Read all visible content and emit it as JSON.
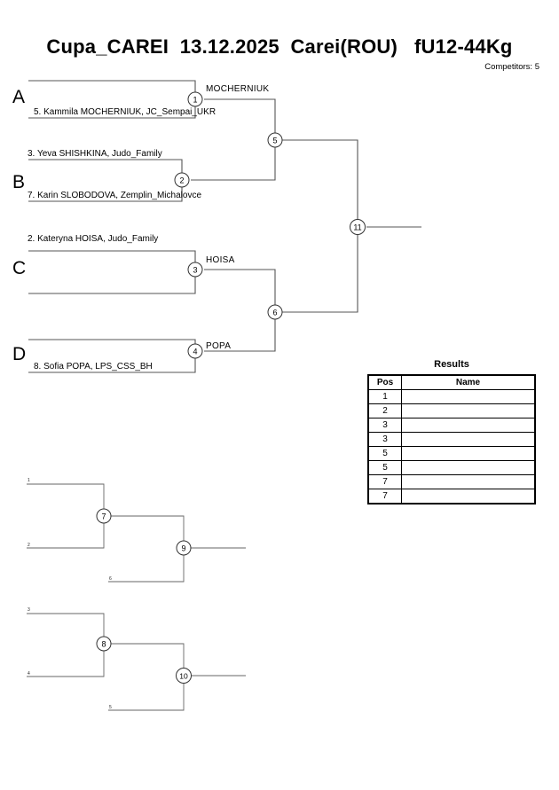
{
  "header": {
    "title": "Cupa_CAREI  13.12.2025  Carei(ROU)   fU12-44Kg",
    "competitors_label": "Competitors: 5"
  },
  "groups": [
    {
      "letter": "A"
    },
    {
      "letter": "B"
    },
    {
      "letter": "C"
    },
    {
      "letter": "D"
    }
  ],
  "competitors": [
    {
      "label": "5. Kammila MOCHERNIUK, JC_Sempai_UKR"
    },
    {
      "label": "3. Yeva SHISHKINA, Judo_Family"
    },
    {
      "label": "7. Karin SLOBODOVA, Zemplin_Michalovce"
    },
    {
      "label": "2. Kateryna HOISA, Judo_Family"
    },
    {
      "label": "8. Sofia POPA, LPS_CSS_BH"
    }
  ],
  "winners": [
    {
      "label": "MOCHERNIUK"
    },
    {
      "label": "HOISA"
    },
    {
      "label": "POPA"
    }
  ],
  "match_nodes": [
    {
      "number": "1"
    },
    {
      "number": "2"
    },
    {
      "number": "3"
    },
    {
      "number": "4"
    },
    {
      "number": "5"
    },
    {
      "number": "6"
    },
    {
      "number": "11"
    },
    {
      "number": "7"
    },
    {
      "number": "8"
    },
    {
      "number": "9"
    },
    {
      "number": "10"
    }
  ],
  "repechage_feeds": [
    {
      "label": "1"
    },
    {
      "label": "2"
    },
    {
      "label": "6"
    },
    {
      "label": "3"
    },
    {
      "label": "4"
    },
    {
      "label": "5"
    }
  ],
  "results": {
    "title": "Results",
    "columns": [
      "Pos",
      "Name"
    ],
    "rows": [
      {
        "pos": "1",
        "name": ""
      },
      {
        "pos": "2",
        "name": ""
      },
      {
        "pos": "3",
        "name": ""
      },
      {
        "pos": "3",
        "name": ""
      },
      {
        "pos": "5",
        "name": ""
      },
      {
        "pos": "5",
        "name": ""
      },
      {
        "pos": "7",
        "name": ""
      },
      {
        "pos": "7",
        "name": ""
      }
    ]
  },
  "colors": {
    "line": "#555555",
    "node_stroke": "#333333",
    "text": "#000000",
    "background": "#ffffff"
  }
}
